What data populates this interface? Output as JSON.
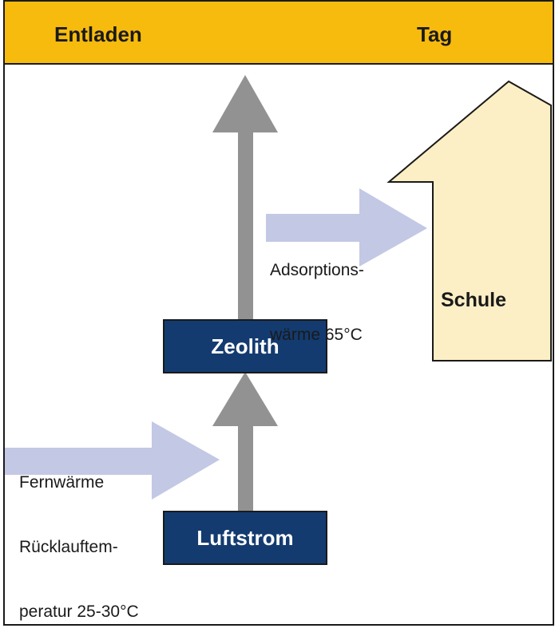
{
  "header": {
    "left_title": "Entladen",
    "right_title": "Tag"
  },
  "boxes": {
    "zeolith": "Zeolith",
    "luftstrom": "Luftstrom"
  },
  "labels": {
    "adsorption_line1": "Adsorptions-",
    "adsorption_line2": "wärme 65°C",
    "fernwaerme_line1": "Fernwärme",
    "fernwaerme_line2": "Rücklauftem-",
    "fernwaerme_line3": "peratur 25-30°C"
  },
  "building": {
    "label": "Schule"
  },
  "colors": {
    "header": "#f7bb0e",
    "box": "#133b70",
    "arrow_gray": "#929292",
    "arrow_lavender": "#c3c8e4",
    "school_fill": "#fdefc5"
  }
}
